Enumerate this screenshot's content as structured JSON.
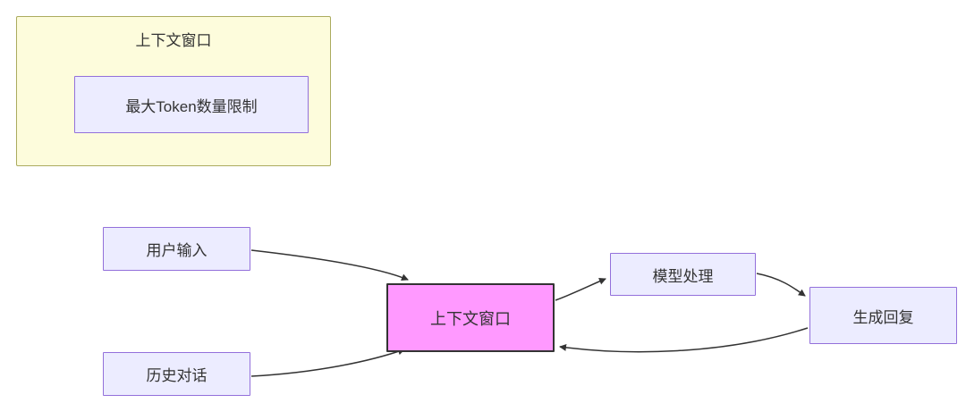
{
  "diagram": {
    "subgraph": {
      "title": "上下文窗口",
      "inner_node_label": "最大Token数量限制"
    },
    "nodes": {
      "user_input": "用户输入",
      "history_dialog": "历史对话",
      "context_window": "上下文窗口",
      "model_processing": "模型处理",
      "generate_reply": "生成回复"
    },
    "edges": [
      {
        "from": "user_input",
        "to": "context_window"
      },
      {
        "from": "history_dialog",
        "to": "context_window"
      },
      {
        "from": "context_window",
        "to": "model_processing"
      },
      {
        "from": "model_processing",
        "to": "generate_reply"
      },
      {
        "from": "generate_reply",
        "to": "context_window"
      }
    ],
    "colors": {
      "subgraph_fill": "#fdfcdc",
      "subgraph_border": "#abab5e",
      "node_fill": "#ececff",
      "node_border": "#9370db",
      "highlight_fill": "#ff99ff",
      "highlight_border": "#333333",
      "edge_color": "#333333"
    }
  }
}
